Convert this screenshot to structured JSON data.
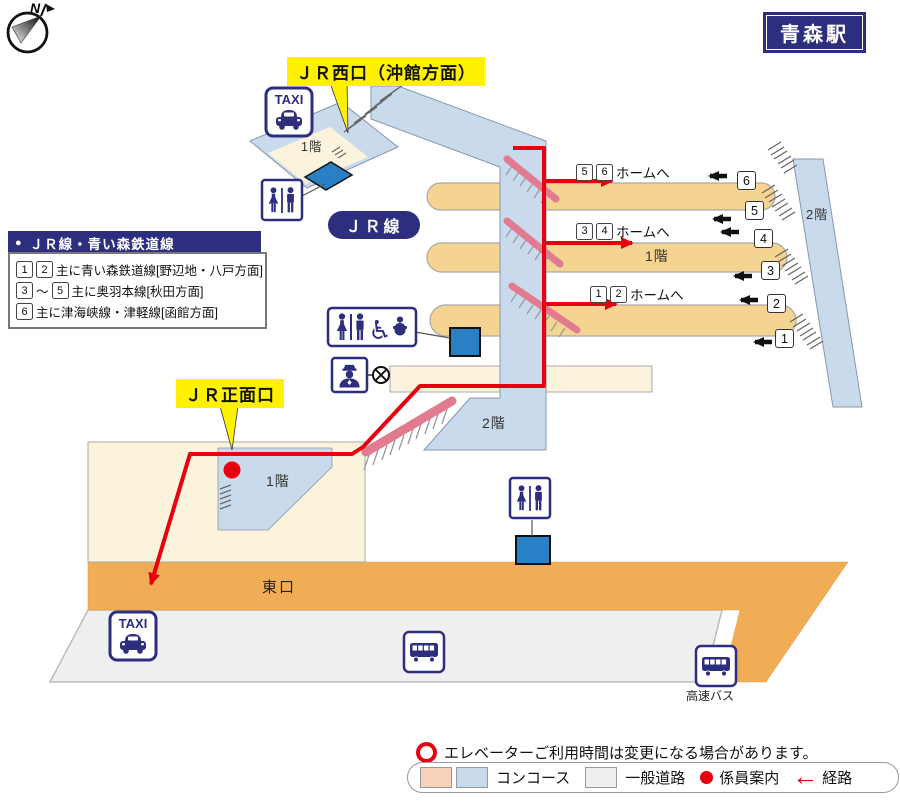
{
  "title": "青森駅",
  "icons": {
    "north": "N",
    "wheelchair": "♿",
    "bullet": "●",
    "arrow_left": "←"
  },
  "labels": {
    "west_exit": "ＪＲ西口（沖館方面）",
    "front_exit": "ＪＲ正面口",
    "east_exit": "東口",
    "jr_line": "ＪＲ線",
    "taxi": "TAXI",
    "highway_bus": "高速バス",
    "floor1": "1階",
    "floor2": "2階"
  },
  "line_info": {
    "header": "ＪＲ線・青い森鉄道線",
    "rows": [
      {
        "b1": "1",
        "b2": "2",
        "text": "主に青い森鉄道線[野辺地・八戸方面]"
      },
      {
        "b1": "3",
        "sep": "～",
        "b2": "5",
        "text": "主に奥羽本線[秋田方面]"
      },
      {
        "b1": "6",
        "text": "主に津海峡線・津軽線[函館方面]"
      }
    ]
  },
  "platform_signs": [
    {
      "n1": "5",
      "n2": "6",
      "text": "ホームへ"
    },
    {
      "n1": "3",
      "n2": "4",
      "text": "ホームへ"
    },
    {
      "n1": "1",
      "n2": "2",
      "text": "ホームへ"
    }
  ],
  "track_numbers": [
    "6",
    "5",
    "4",
    "3",
    "2",
    "1"
  ],
  "note": "エレベーターご利用時間は変更になる場合があります。",
  "legend": {
    "concourse": "コンコース",
    "road": "一般道路",
    "staff": "係員案内",
    "route": "経路"
  },
  "colors": {
    "accent_red": "#E8000F",
    "navy": "#2E2E7F",
    "platform_tan": "#F5D391",
    "concourse_blue": "#C9DAEC",
    "concourse_pink": "#F9D2BE",
    "beige": "#FBF3DC",
    "road_gray": "#EFEFEF",
    "road_orange": "#F0AD55",
    "highlight_yellow": "#FFF100",
    "escalator_pink": "#E27A90",
    "elevator_blue": "#2980C4"
  }
}
